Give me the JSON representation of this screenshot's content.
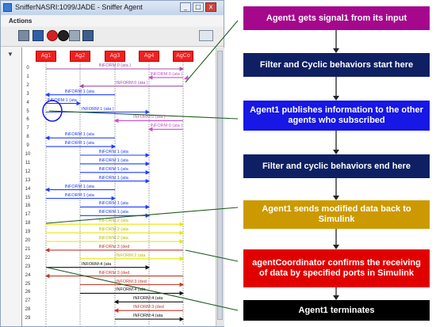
{
  "window": {
    "title": "SnifferNASRI:1099/JADE - Sniffer Agent",
    "menu": "Actions",
    "controls": [
      "_",
      "□",
      "x"
    ]
  },
  "sniffer": {
    "tree_marker": "▼",
    "agents": [
      "Ag1",
      "Ag2",
      "Ag3",
      "Ag4",
      "AgCo"
    ],
    "rows": [
      "0",
      "1",
      "2",
      "3",
      "4",
      "5",
      "6",
      "7",
      "8",
      "9",
      "10",
      "11",
      "12",
      "13",
      "14",
      "15",
      "16",
      "17",
      "18",
      "19",
      "20",
      "21",
      "22",
      "23",
      "24",
      "25",
      "26",
      "27",
      "28",
      "29"
    ],
    "messages": [
      {
        "row": 0,
        "from": 0,
        "to": 4,
        "label": "INFORM:0 (ata  )",
        "color": "#a64ca6"
      },
      {
        "row": 1,
        "from": 4,
        "to": 3,
        "label": "INFORM:0 (ata  )",
        "color": "#c84fc8"
      },
      {
        "row": 2,
        "from": 4,
        "to": 1,
        "label": "INFORM:0 (ata  )",
        "color": "#a64ca6"
      },
      {
        "row": 3,
        "from": 2,
        "to": 0,
        "label": "INFORM:1 (ata",
        "color": "#1e3cff"
      },
      {
        "row": 4,
        "from": 0,
        "to": 1,
        "label": "INFORM:1 (ata",
        "color": "#1e3cff"
      },
      {
        "row": 5,
        "from": 0,
        "to": 3,
        "label": "INFORM:1 (ata  )",
        "color": "#1e3cff"
      },
      {
        "row": 6,
        "from": 4,
        "to": 2,
        "label": "INFORM:0 (ata  )",
        "color": "#c84fc8"
      },
      {
        "row": 7,
        "from": 4,
        "to": 3,
        "label": "INFORM:0 (ata  )",
        "color": "#c84fc8"
      },
      {
        "row": 8,
        "from": 2,
        "to": 0,
        "label": "INFORM:1 (ata",
        "color": "#1e3cff"
      },
      {
        "row": 9,
        "from": 0,
        "to": 2,
        "label": "INFORM:1 (ata",
        "color": "#1e3cff"
      },
      {
        "row": 10,
        "from": 1,
        "to": 3,
        "label": "INFORM:1 (ata",
        "color": "#1e3cff"
      },
      {
        "row": 11,
        "from": 1,
        "to": 3,
        "label": "INFORM:1 (ata",
        "color": "#1e3cff"
      },
      {
        "row": 12,
        "from": 1,
        "to": 3,
        "label": "INFORM:1 (ata",
        "color": "#1e3cff"
      },
      {
        "row": 13,
        "from": 1,
        "to": 3,
        "label": "INFORM:1 (ata",
        "color": "#1e3cff"
      },
      {
        "row": 14,
        "from": 2,
        "to": 0,
        "label": "INFORM:1 (ata",
        "color": "#1e3cff"
      },
      {
        "row": 15,
        "from": 0,
        "to": 2,
        "label": "INFORM:1 (ata",
        "color": "#1e3cff"
      },
      {
        "row": 16,
        "from": 1,
        "to": 3,
        "label": "INFORM:1 (ata",
        "color": "#1e3cff"
      },
      {
        "row": 17,
        "from": 1,
        "to": 3,
        "label": "INFORM:1 (ata",
        "color": "#1e3cff"
      },
      {
        "row": 18,
        "from": 0,
        "to": 4,
        "label": "INFORM:2 (ata",
        "color": "#e6e600"
      },
      {
        "row": 19,
        "from": 0,
        "to": 4,
        "label": "INFORM:2 (ata",
        "color": "#e6e600"
      },
      {
        "row": 20,
        "from": 0,
        "to": 4,
        "label": "INFORM:2 (ata",
        "color": "#e6e600"
      },
      {
        "row": 21,
        "from": 4,
        "to": 0,
        "label": "INFORM:3 (ded",
        "color": "#c0392b"
      },
      {
        "row": 22,
        "from": 1,
        "to": 4,
        "label": "INFORM:2 (ata",
        "color": "#e6e600"
      },
      {
        "row": 23,
        "from": 0,
        "to": 3,
        "label": "INFORM:4 (ata",
        "color": "#111111"
      },
      {
        "row": 24,
        "from": 4,
        "to": 0,
        "label": "INFORM:3 (ded",
        "color": "#c0392b"
      },
      {
        "row": 25,
        "from": 1,
        "to": 4,
        "label": "INFORM:3 (ded",
        "color": "#c0392b"
      },
      {
        "row": 26,
        "from": 1,
        "to": 4,
        "label": "INFORM:4 (ata",
        "color": "#111111"
      },
      {
        "row": 27,
        "from": 4,
        "to": 2,
        "label": "INFORM:4 (ata",
        "color": "#111111"
      },
      {
        "row": 28,
        "from": 4,
        "to": 2,
        "label": "INFORM:3 (ded",
        "color": "#c0392b"
      },
      {
        "row": 29,
        "from": 2,
        "to": 4,
        "label": "INFORM:4 (ata",
        "color": "#111111"
      }
    ]
  },
  "annotations": [
    {
      "text": "Agent1 gets signal1 from its input",
      "color": "#a5088c"
    },
    {
      "text": "Filter and Cyclic behaviors start here",
      "color": "#0e2063"
    },
    {
      "text": "Agent1 publishes information to the other agents who subscribed",
      "color": "#1717e6"
    },
    {
      "text": "Filter and cyclic behaviors end here",
      "color": "#0e2063"
    },
    {
      "text": "Agent1 sends modified data back to Simulink",
      "color": "#cc9900"
    },
    {
      "text": "agentCoordinator confirms the receiving of data by specified ports in Simulink",
      "color": "#e10000"
    },
    {
      "text": "Agent1 terminates",
      "color": "#000000"
    }
  ]
}
